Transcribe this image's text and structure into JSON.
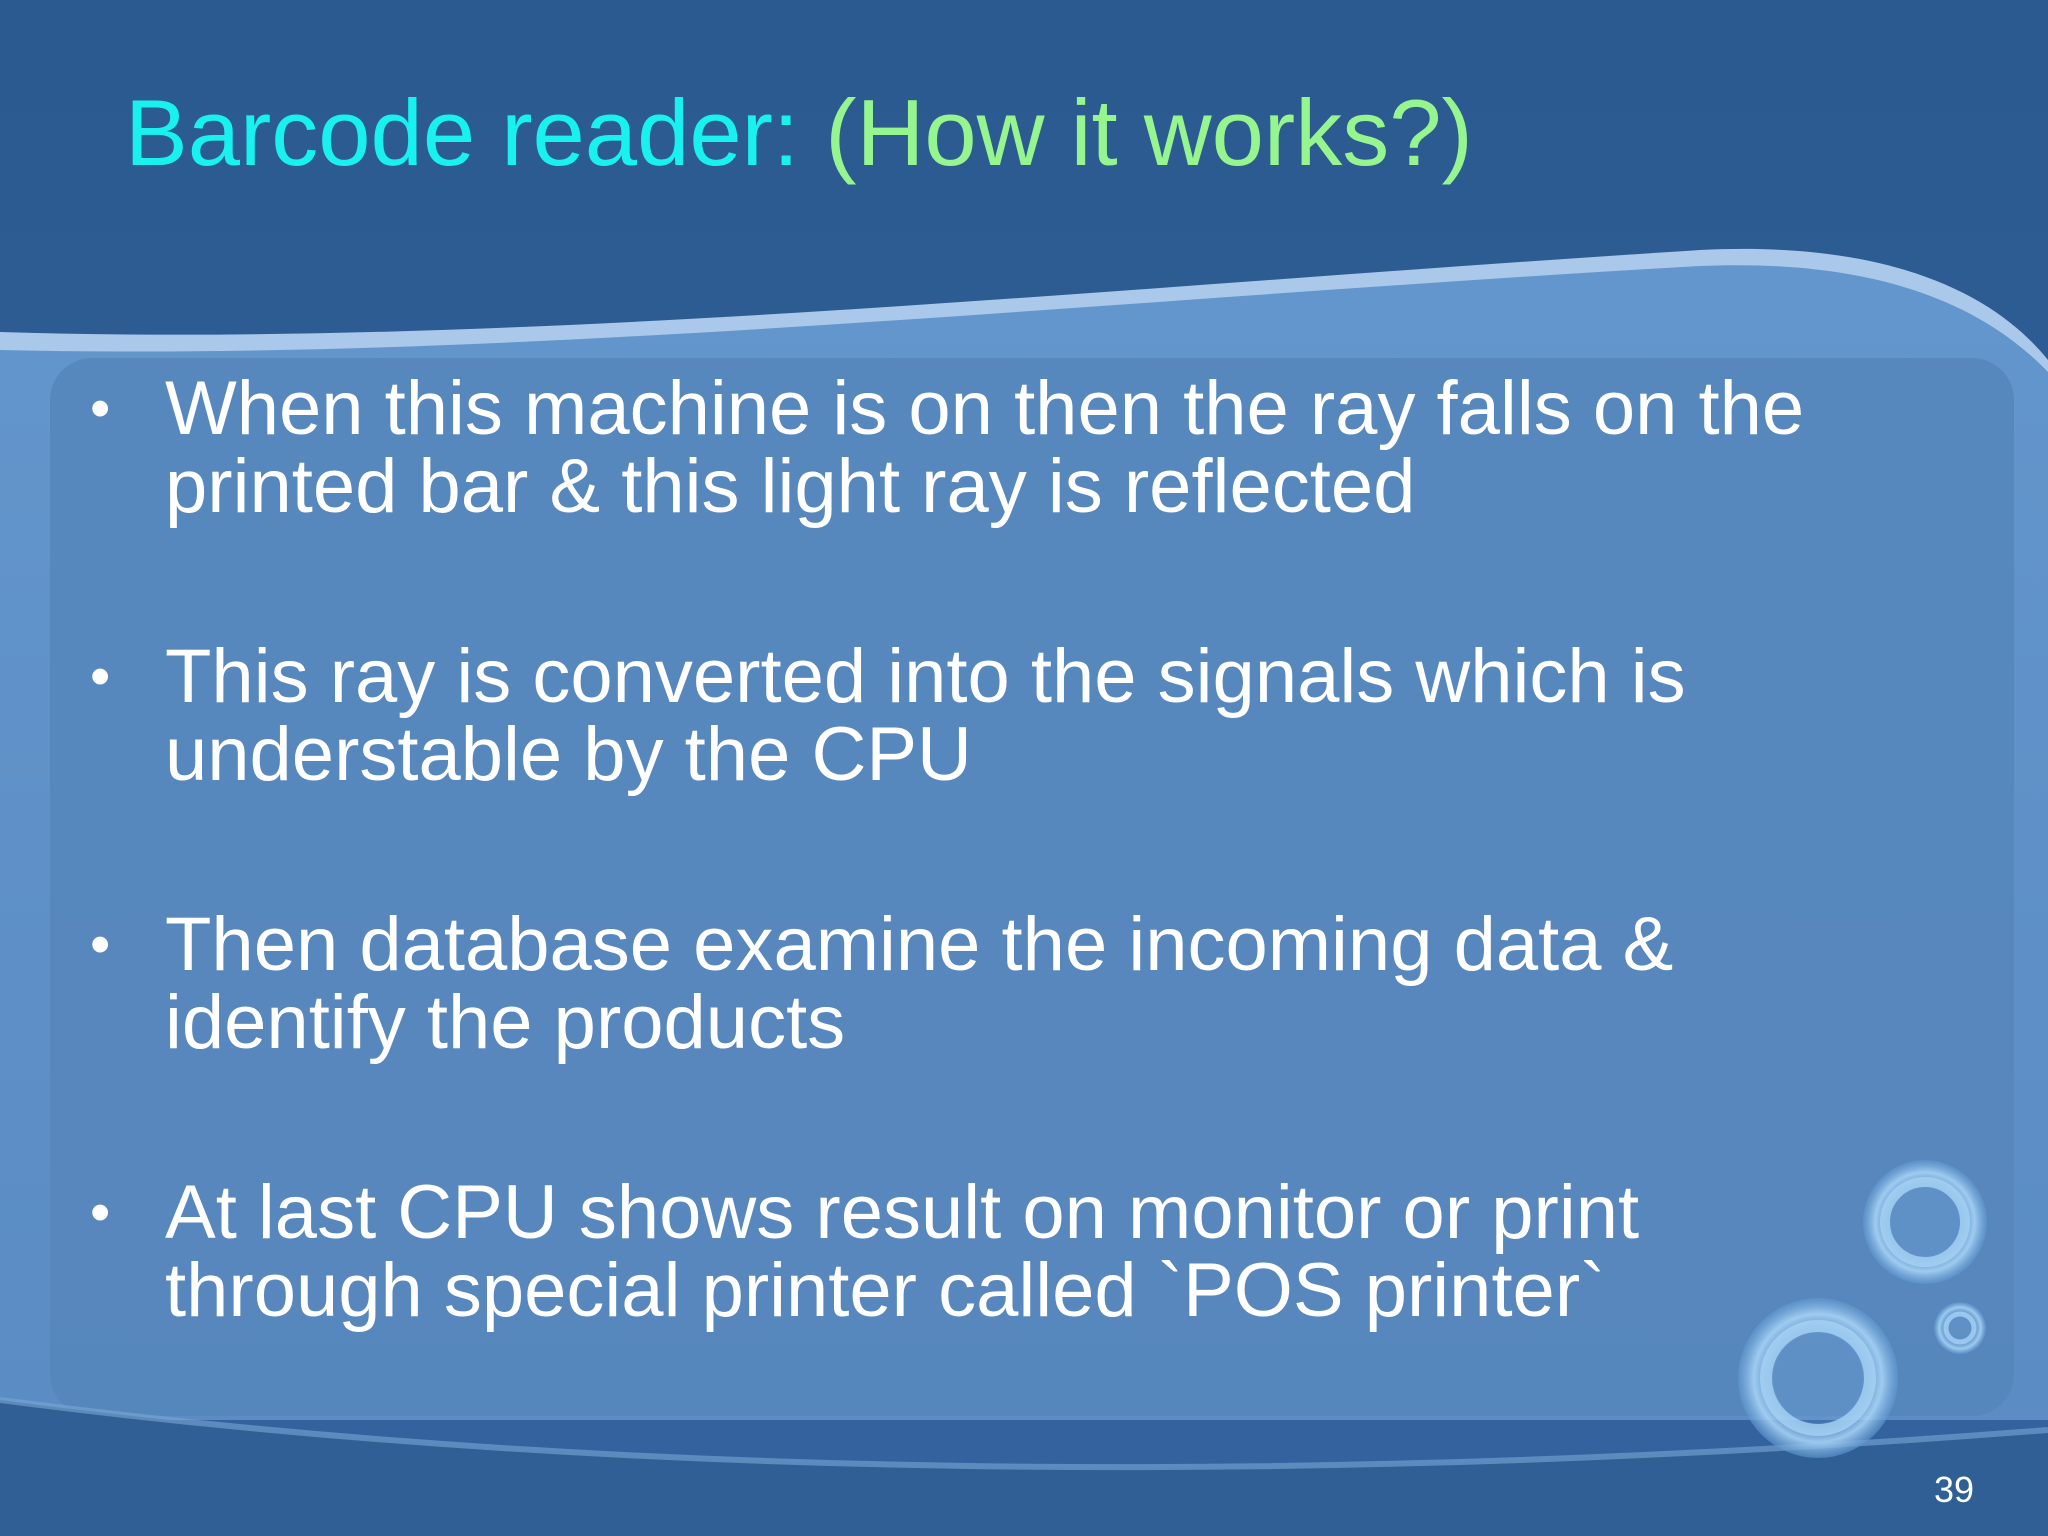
{
  "slide": {
    "title_main": "Barcode reader: ",
    "title_sub": "(How it works?)",
    "bullets": [
      {
        "line1": "When this machine is on then the ray falls on the",
        "line2": "printed bar & this light ray is reflected"
      },
      {
        "line1": "This ray is converted into the signals which is",
        "line2": "understable by the CPU"
      },
      {
        "line1": "Then database examine the incoming data &",
        "line2": "identify the products"
      },
      {
        "line1": "At last CPU shows result on monitor or print",
        "line2": "through special printer called `POS printer`"
      }
    ],
    "bullet_symbol": "•",
    "page_number": "39"
  },
  "colors": {
    "background": "#2f5f95",
    "panel": "#5a88bd",
    "title_main": "#19f0f0",
    "title_sub": "#96f58f",
    "text": "#ffffff"
  },
  "icons": {
    "decoration": "concentric-circles-ornament"
  }
}
